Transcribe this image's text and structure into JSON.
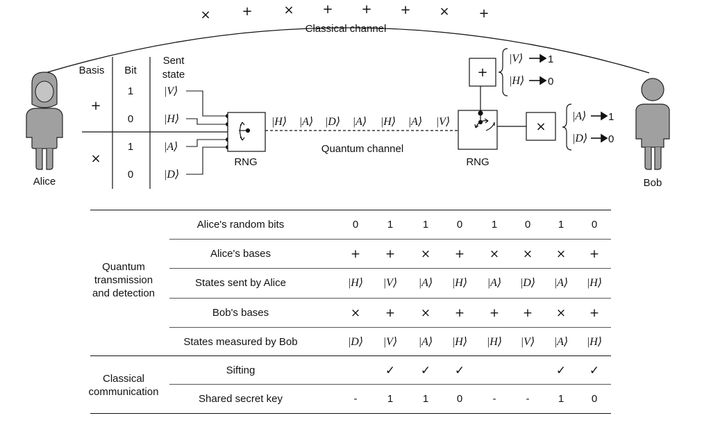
{
  "classical_channel": {
    "label": "Classical channel",
    "symbols": [
      "×",
      "+",
      "×",
      "+",
      "+",
      "+",
      "×",
      "+"
    ]
  },
  "quantum_channel": {
    "label": "Quantum channel",
    "states": [
      "|H⟩",
      "|A⟩",
      "|D⟩",
      "|A⟩",
      "|H⟩",
      "|A⟩",
      "|V⟩"
    ]
  },
  "alice": {
    "name": "Alice",
    "headers": {
      "basis": "Basis",
      "bit": "Bit",
      "sent_state_line1": "Sent",
      "sent_state_line2": "state"
    },
    "rows": [
      {
        "basis": "+",
        "bit": "1",
        "state": "|V⟩"
      },
      {
        "basis": "",
        "bit": "0",
        "state": "|H⟩"
      },
      {
        "basis": "×",
        "bit": "1",
        "state": "|A⟩"
      },
      {
        "basis": "",
        "bit": "0",
        "state": "|D⟩"
      }
    ],
    "rng_label": "RNG"
  },
  "bob": {
    "name": "Bob",
    "rng_label": "RNG",
    "plus_detector": {
      "symbol": "+",
      "outputs": [
        {
          "state": "|V⟩",
          "bit": "1"
        },
        {
          "state": "|H⟩",
          "bit": "0"
        }
      ]
    },
    "cross_detector": {
      "symbol": "×",
      "outputs": [
        {
          "state": "|A⟩",
          "bit": "1"
        },
        {
          "state": "|D⟩",
          "bit": "0"
        }
      ]
    }
  },
  "table": {
    "sections": [
      {
        "label_lines": [
          "Quantum",
          "transmission",
          "and detection"
        ]
      },
      {
        "label_lines": [
          "Classical",
          "communication"
        ]
      }
    ],
    "rows": [
      {
        "label": "Alice's random bits",
        "kind": "plain",
        "values": [
          "0",
          "1",
          "1",
          "0",
          "1",
          "0",
          "1",
          "0"
        ]
      },
      {
        "label": "Alice's bases",
        "kind": "sym",
        "values": [
          "+",
          "+",
          "×",
          "+",
          "×",
          "×",
          "×",
          "+"
        ]
      },
      {
        "label": "States sent by Alice",
        "kind": "serif",
        "values": [
          "|H⟩",
          "|V⟩",
          "|A⟩",
          "|H⟩",
          "|A⟩",
          "|D⟩",
          "|A⟩",
          "|H⟩"
        ]
      },
      {
        "label": "Bob's bases",
        "kind": "sym",
        "values": [
          "×",
          "+",
          "×",
          "+",
          "+",
          "+",
          "×",
          "+"
        ]
      },
      {
        "label": "States measured by Bob",
        "kind": "serif",
        "values": [
          "|D⟩",
          "|V⟩",
          "|A⟩",
          "|H⟩",
          "|H⟩",
          "|V⟩",
          "|A⟩",
          "|H⟩"
        ]
      },
      {
        "label": "Sifting",
        "kind": "sym",
        "values": [
          "",
          "✓",
          "✓",
          "✓",
          "",
          "",
          "✓",
          "✓"
        ]
      },
      {
        "label": "Shared secret key",
        "kind": "plain",
        "values": [
          "-",
          "1",
          "1",
          "0",
          "-",
          "-",
          "1",
          "0"
        ]
      }
    ]
  }
}
